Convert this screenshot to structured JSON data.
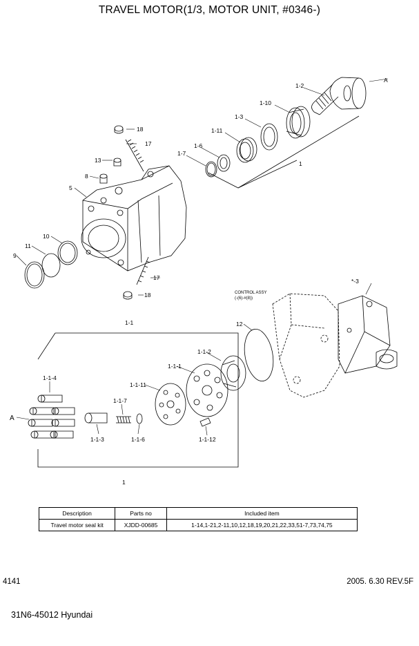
{
  "title": "TRAVEL MOTOR(1/3, MOTOR UNIT, #0346-)",
  "callouts": {
    "A_top": "A",
    "p1_2": "1-2",
    "p1_10": "1-10",
    "p1_3": "1-3",
    "p1_11": "1-11",
    "p1_6": "1-6",
    "p1_7": "1-7",
    "p1_top": "1",
    "p18_top": "18",
    "p17_top": "17",
    "p13": "13",
    "p8": "8",
    "p5": "5",
    "p10": "10",
    "p11": "11",
    "p9": "9",
    "p17_bot": "17",
    "p18_bot": "18",
    "control_assy": "CONTROL ASSY",
    "control_ref": "(-(6)-#(8))",
    "p_star3": "*-3",
    "p12": "12",
    "group_1_1": "1-1",
    "p1_1_2": "1-1-2",
    "p1_1_1": "1-1-1",
    "p1_1_11": "1-1-11",
    "p1_1_4": "1-1-4",
    "p1_1_7": "1-1-7",
    "A_left": "A",
    "p1_1_3": "1-1-3",
    "p1_1_6": "1-1-6",
    "p1_1_12": "1-1-12",
    "p1_bot": "1"
  },
  "kit_table": {
    "headers": [
      "Description",
      "Parts no",
      "Included item"
    ],
    "rows": [
      [
        "Travel motor seal kit",
        "XJDD-00685",
        "1-14,1-21,2-11,10,12,18,19,20,21,22,33,51-7,73,74,75"
      ]
    ]
  },
  "footer": {
    "page_number": "4141",
    "date_rev": "2005. 6.30  REV.5F",
    "model": "31N6-45012 Hyundai"
  }
}
